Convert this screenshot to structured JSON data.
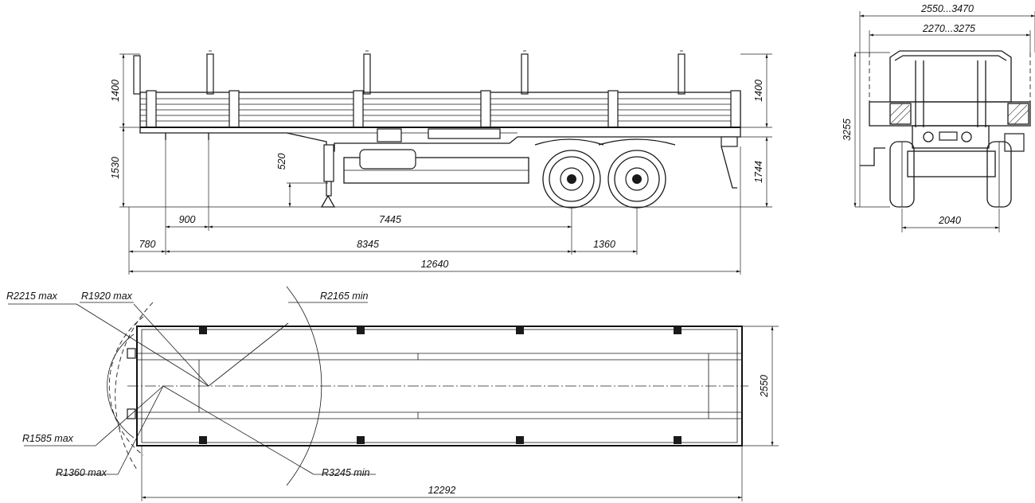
{
  "side_view": {
    "height_dims": {
      "stake_height_left": "1400",
      "deck_height": "1530",
      "stake_height_right": "1400",
      "rear_height": "1744",
      "support_lift": "520"
    },
    "length_dims": {
      "front_overhang_to_leg": "900",
      "leg_to_axle": "7445",
      "front_overhang": "780",
      "kingpin_to_axle": "8345",
      "axle_spacing": "1360",
      "overall_length": "12640"
    }
  },
  "rear_view": {
    "overall_width": "2550...3470",
    "inner_width": "2270...3275",
    "overall_height": "3255",
    "track_width": "2040"
  },
  "top_view": {
    "radii": {
      "r_front_outer": "R2215 max",
      "r_front": "R1920 max",
      "r_inner_min": "R2165 min",
      "r_corner": "R1585 max",
      "r_kingpin": "R1360 max",
      "r_outer_min": "R3245 min"
    },
    "platform_width": "2550",
    "platform_length": "12292"
  }
}
